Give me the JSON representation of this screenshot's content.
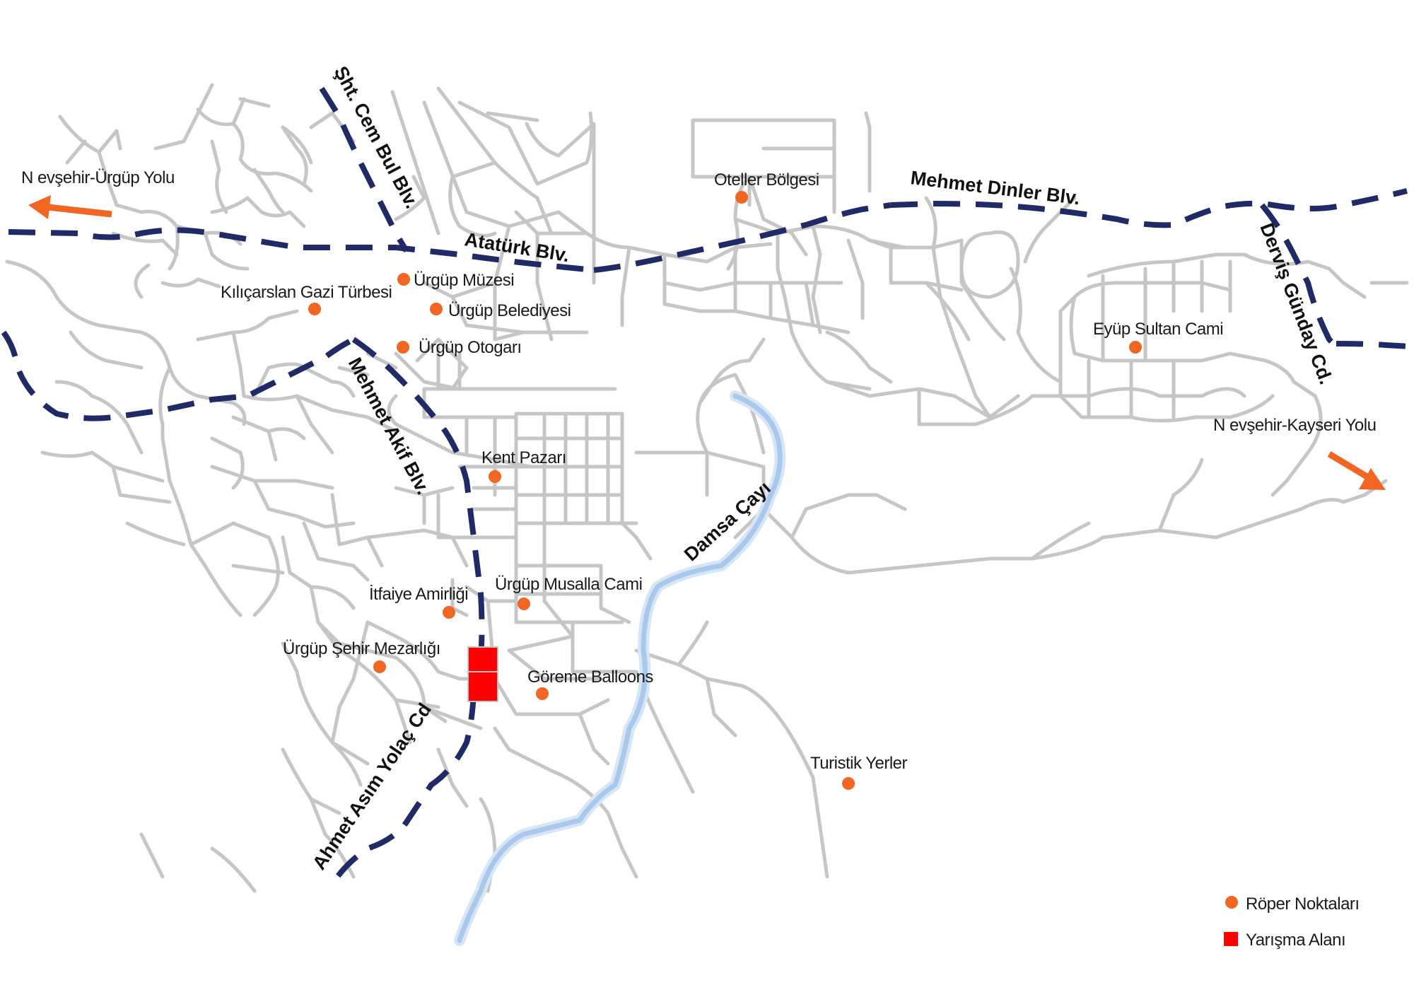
{
  "colors": {
    "road": "#c6c6c6",
    "boulevard": "#1f2a66",
    "river": "#a9c8ec",
    "poi_marker": "#f26522",
    "arrow": "#f26522",
    "competition_area": "#ff0000"
  },
  "directions": {
    "nevsehir_urgup": "N evşehir-Ürgüp Yolu",
    "nevsehir_kayseri": "N evşehir-Kayseri Yolu"
  },
  "roads": {
    "sht_cem_bul": "Şht. Cem Bul Blv.",
    "ataturk": "Atatürk Blv.",
    "mehmet_dinler": "Mehmet Dinler Blv.",
    "dervis_gunday": "Derviş Günday Cd.",
    "mehmet_akif": "Mehmet Akif Blv.",
    "ahmet_asim_yolac": "Ahmet Asım Yolaç Cd",
    "damsa_cayi": "Damsa Çayı"
  },
  "pois": {
    "oteller_bolgesi": "Oteller Bölgesi",
    "urgup_muzesi": "Ürgüp Müzesi",
    "kilicarslan": "Kılıçarslan Gazi Türbesi",
    "urgup_belediyesi": "Ürgüp Belediyesi",
    "urgup_otogari": "Ürgüp Otogarı",
    "eyup_sultan": "Eyüp Sultan Cami",
    "kent_pazari": "Kent Pazarı",
    "itfaiye": "İtfaiye Amirliği",
    "musalla": "Ürgüp Musalla Cami",
    "sehir_mezarligi": "Ürgüp Şehir Mezarlığı",
    "goreme_balloons": "Göreme Balloons",
    "turistik_yerler": "Turistik Yerler"
  },
  "legend": {
    "roper": "Röper Noktaları",
    "yarisma": "Yarışma Alanı"
  }
}
